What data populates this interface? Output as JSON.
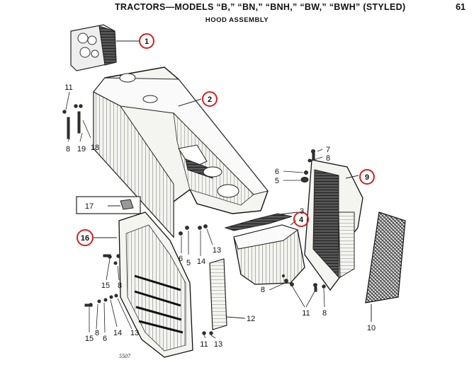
{
  "header": {
    "title": "TRACTORS—MODELS “B,” “BN,” “BNH,” “BW,” “BWH” (STYLED)",
    "page_number": "61"
  },
  "subtitle": "HOOD ASSEMBLY",
  "negative_number": "5507",
  "accent_color": "#d42020",
  "callouts_circled": [
    "1",
    "2",
    "4",
    "9",
    "16"
  ],
  "labels": {
    "l1": "1",
    "l2": "2",
    "l3": "3",
    "l4": "4",
    "l5": "5",
    "l5b": "5",
    "l6": "6",
    "l6b": "6",
    "l6c": "6",
    "l7": "7",
    "l8a": "8",
    "l8b": "8",
    "l8c": "8",
    "l8d": "8",
    "l8e": "8",
    "l8f": "8",
    "l9": "9",
    "l10": "10",
    "l11a": "11",
    "l11b": "11",
    "l11c": "11",
    "l12": "12",
    "l13a": "13",
    "l13b": "13",
    "l13c": "13",
    "l14a": "14",
    "l14b": "14",
    "l15a": "15",
    "l15b": "15",
    "l16": "16",
    "l17": "17",
    "l18": "18",
    "l19": "19"
  }
}
